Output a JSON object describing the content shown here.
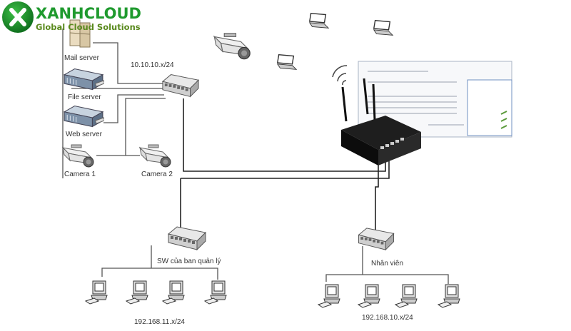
{
  "logo": {
    "brand": "XANHCLOUD",
    "tagline": "Global Cloud Solutions",
    "color": "#1f9a2e"
  },
  "devices": {
    "mail_server": "Mail server",
    "file_server": "File server",
    "web_server": "Web server",
    "camera1": "Camera 1",
    "camera2": "Camera 2"
  },
  "subnets": {
    "server_subnet": "10.10.10.x/24",
    "management_switch": "SW của ban quản lý",
    "management_subnet": "192.168.11.x/24",
    "staff_switch": "Nhân viên",
    "staff_subnet": "192.168.10.x/24"
  },
  "icons": [
    "server-icon",
    "camera-icon",
    "switch-icon",
    "router-icon",
    "laptop-icon",
    "pc-icon",
    "wifi-icon",
    "screenshot-panel"
  ]
}
